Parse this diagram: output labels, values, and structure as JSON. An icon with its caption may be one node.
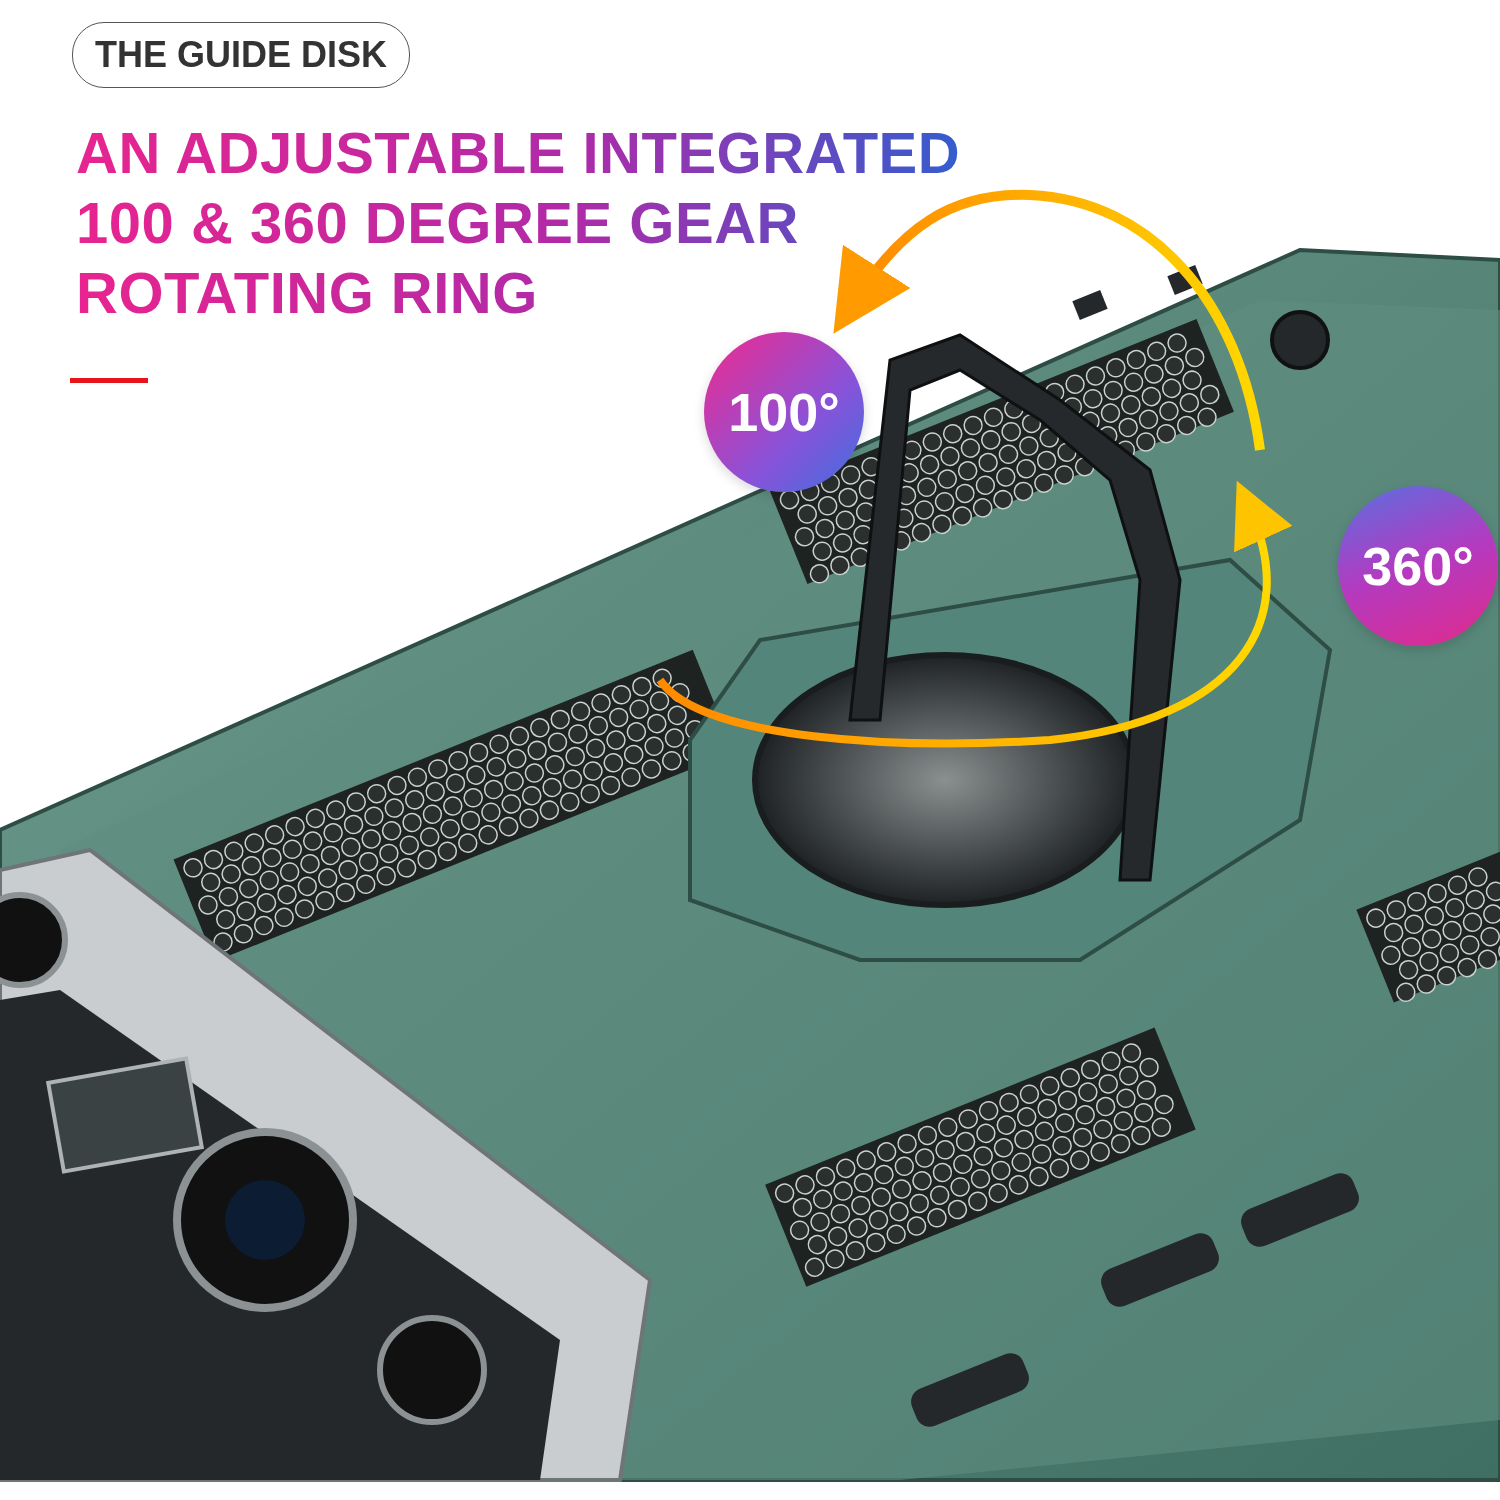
{
  "diagram": {
    "title": "AN ADJUSTABLE INTEGRATED 100 & 360 DEGREE GEAR ROTATING RING",
    "nodes": [
      {
        "text": [
          "THE GUIDE DISK"
        ]
      },
      {
        "text": [
          "100°"
        ]
      },
      {
        "text": [
          "360°"
        ]
      }
    ]
  }
}
